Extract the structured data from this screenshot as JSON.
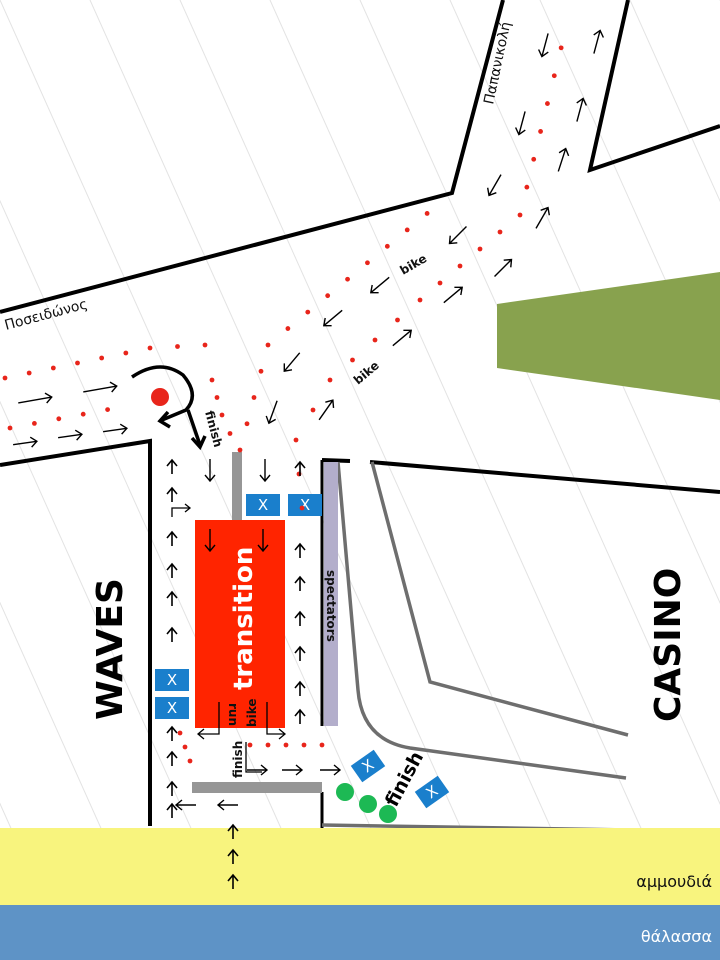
{
  "roads": {
    "poseidonos": "Ποσειδώνος",
    "papanikoli": "Παπανικολή"
  },
  "labels": {
    "bike_upper": "bike",
    "bike_lower": "bike",
    "finish_top": "finish",
    "finish_bottom": "finish",
    "finish_area": "finish",
    "run": "run",
    "bike_exit": "bike",
    "transition": "transition",
    "spectators": "spectators",
    "waves": "WAVES",
    "casino": "CASINO",
    "beach": "αμμουδιά",
    "sea": "θάλασσα"
  },
  "markers": [
    "X",
    "X",
    "X",
    "X",
    "X",
    "X"
  ],
  "colors": {
    "transition": "#ff2400",
    "marker": "#1a7fcc",
    "park": "#88a24e",
    "beach": "#f8f47e",
    "sea": "#5e93c6",
    "course_dots": "#e8251b",
    "spectators": "#b3aecb",
    "barrier": "#969696",
    "aid": "#1db954"
  }
}
